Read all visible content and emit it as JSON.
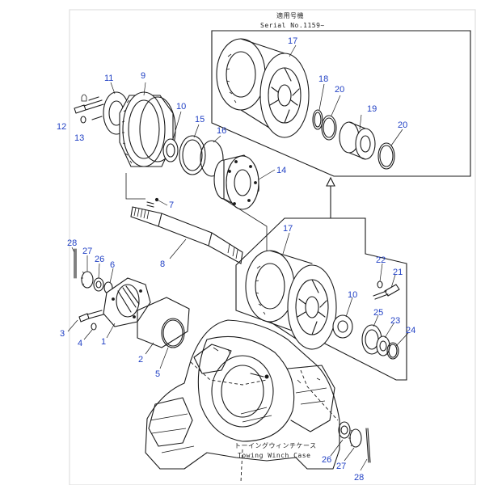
{
  "header": {
    "serial_jp": "適用号機",
    "serial_no": "Serial No.1159~"
  },
  "casing_label": {
    "jp": "トーイングウィンチケース",
    "en": "Towing Winch Case"
  },
  "callouts": {
    "c1": "1",
    "c2": "2",
    "c3": "3",
    "c4": "4",
    "c5": "5",
    "c6": "6",
    "c7": "7",
    "c8": "8",
    "c9": "9",
    "c10a": "10",
    "c10b": "10",
    "c11": "11",
    "c12": "12",
    "c13": "13",
    "c14": "14",
    "c15": "15",
    "c16": "16",
    "c17a": "17",
    "c17b": "17",
    "c18": "18",
    "c19": "19",
    "c20a": "20",
    "c20b": "20",
    "c21": "21",
    "c22": "22",
    "c23": "23",
    "c24": "24",
    "c25": "25",
    "c26a": "26",
    "c26b": "26",
    "c27a": "27",
    "c27b": "27",
    "c28a": "28",
    "c28b": "28"
  },
  "colors": {
    "callout": "#1f3fc4",
    "ink": "#1a1a1a"
  }
}
